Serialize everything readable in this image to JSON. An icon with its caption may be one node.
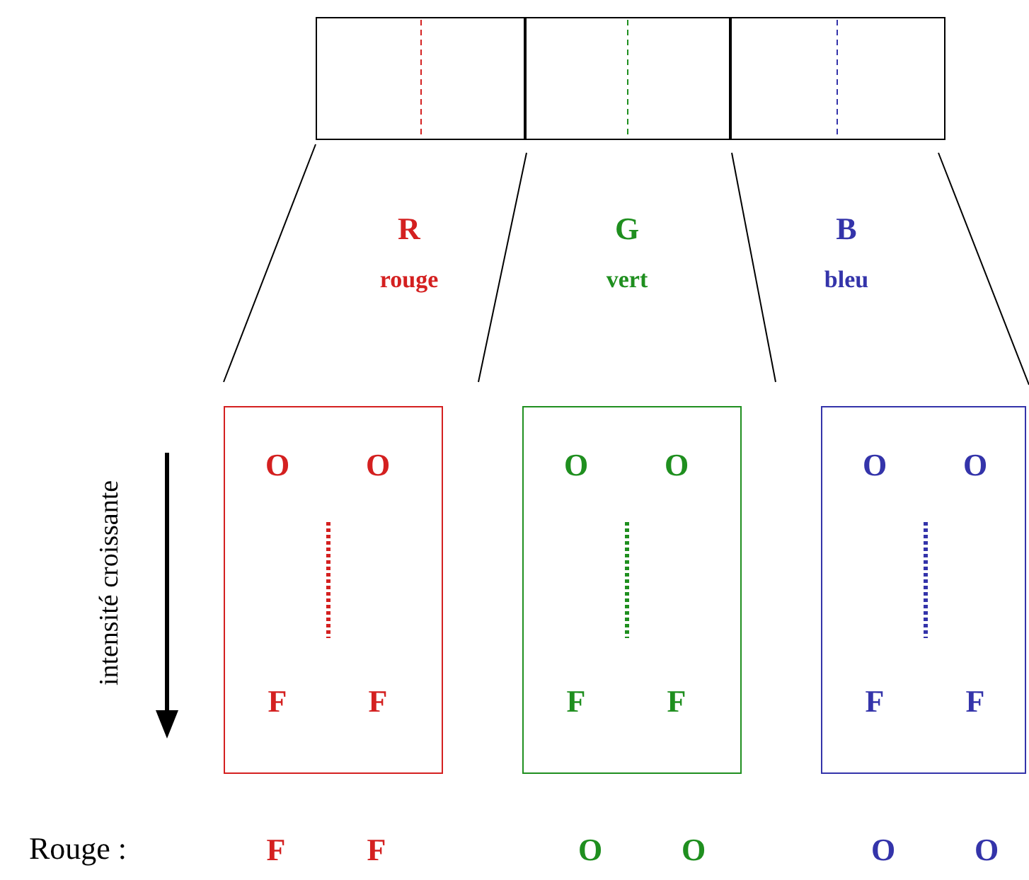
{
  "diagram": {
    "nodes": [
      {
        "text": [],
        "shape": "box"
      },
      {
        "text": [],
        "shape": "box"
      },
      {
        "text": [],
        "shape": "box"
      },
      {
        "text": [
          "O",
          "O",
          "F",
          "F"
        ]
      },
      {
        "text": [
          "O",
          "O",
          "F",
          "F"
        ]
      },
      {
        "text": [
          "O",
          "O",
          "F",
          "F"
        ]
      }
    ],
    "edges": [],
    "labels": [
      "R",
      "rouge",
      "G",
      "vert",
      "B",
      "bleu",
      "intensité croissante",
      "Rouge :",
      "F",
      "F",
      "O",
      "O",
      "O",
      "O"
    ]
  }
}
